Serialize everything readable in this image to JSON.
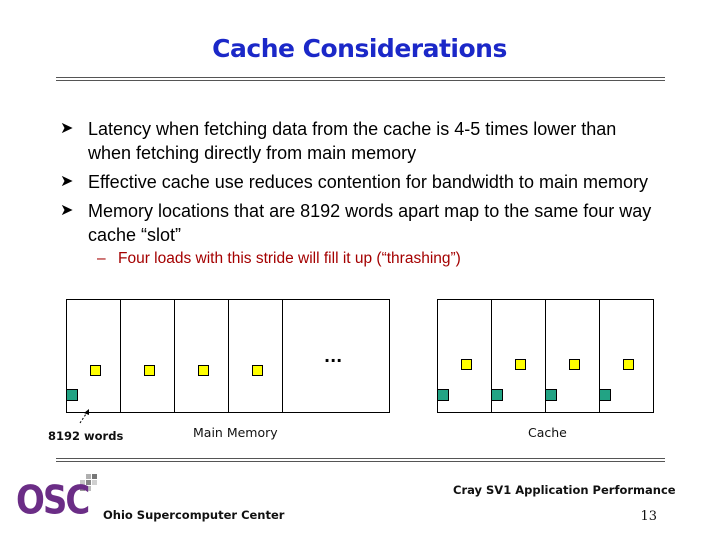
{
  "title": "Cache Considerations",
  "bullets": [
    {
      "text": "Latency when fetching data from the cache is 4-5 times lower than when fetching directly from main memory"
    },
    {
      "text": "Effective cache use reduces contention for bandwidth to main memory"
    },
    {
      "text": "Memory locations that are 8192 words apart map to the same four way cache “slot”"
    }
  ],
  "sub_bullet": "Four loads with this stride will fill it up (“thrashing”)",
  "diagram": {
    "ellipsis": "...",
    "main_memory_label": "Main Memory",
    "cache_label": "Cache",
    "stride_label": "8192 words"
  },
  "footer": {
    "logo_text": "OSC",
    "org": "Ohio Supercomputer Center",
    "course": "Cray SV1 Application Performance",
    "page": "13"
  },
  "colors": {
    "title": "#1b28c8",
    "sub_bullet": "#a40000",
    "square_yellow": "#ffff00",
    "square_green": "#22a384",
    "logo": "#6b2d86"
  }
}
